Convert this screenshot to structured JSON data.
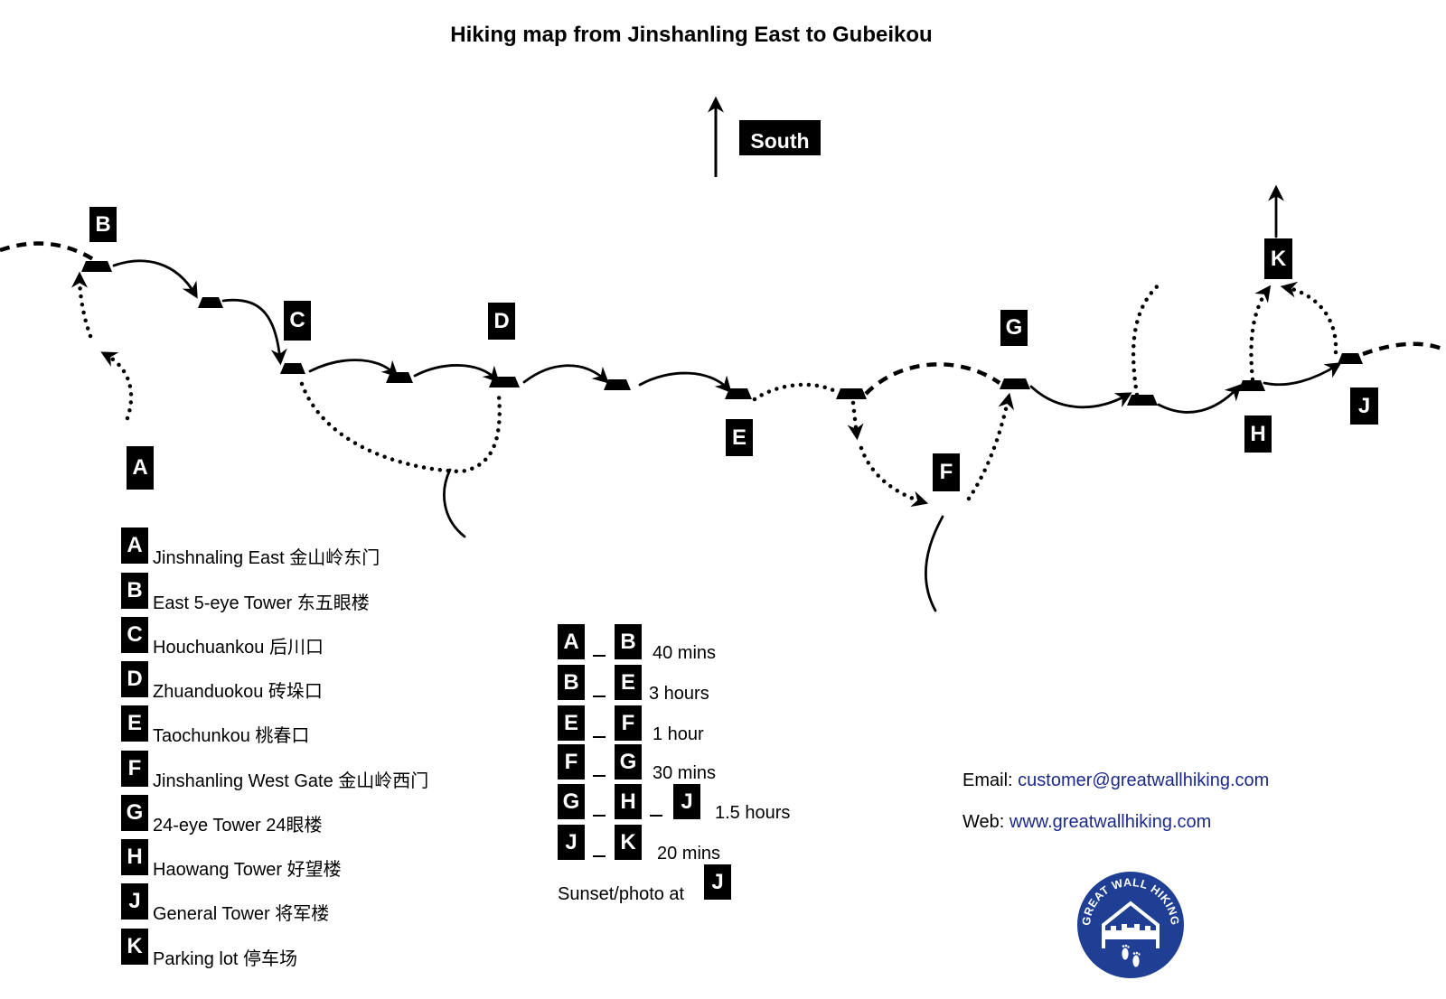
{
  "title": "Hiking map from Jinshanling East to Gubeikou",
  "compass": {
    "label": "South",
    "icon": "arrow-up-icon"
  },
  "map": {
    "markers": [
      "A",
      "B",
      "C",
      "D",
      "E",
      "F",
      "G",
      "H",
      "J",
      "K"
    ],
    "icons": {
      "tower": "watchtower-icon",
      "exit": "arrow-up-icon"
    }
  },
  "legend": {
    "items": [
      {
        "letter": "A",
        "name": "Jinshnaling East 金山岭东门"
      },
      {
        "letter": "B",
        "name": "East 5-eye Tower 东五眼楼"
      },
      {
        "letter": "C",
        "name": "Houchuankou 后川口"
      },
      {
        "letter": "D",
        "name": "Zhuanduokou 砖垛口"
      },
      {
        "letter": "E",
        "name": "Taochunkou 桃春口"
      },
      {
        "letter": "F",
        "name": "Jinshanling West Gate 金山岭西门"
      },
      {
        "letter": "G",
        "name": "24-eye Tower 24眼楼"
      },
      {
        "letter": "H",
        "name": "Haowang Tower 好望楼"
      },
      {
        "letter": "J",
        "name": "General Tower 将军楼"
      },
      {
        "letter": "K",
        "name": "Parking lot 停车场"
      }
    ]
  },
  "durations": {
    "rows": [
      {
        "stops": [
          "A",
          "B"
        ],
        "time": "40 mins"
      },
      {
        "stops": [
          "B",
          "E"
        ],
        "time": "3 hours"
      },
      {
        "stops": [
          "E",
          "F"
        ],
        "time": "1 hour"
      },
      {
        "stops": [
          "F",
          "G"
        ],
        "time": "30 mins"
      },
      {
        "stops": [
          "G",
          "H",
          "J"
        ],
        "time": "1.5 hours"
      },
      {
        "stops": [
          "J",
          "K"
        ],
        "time": "20 mins"
      }
    ],
    "sunset_label": "Sunset/photo at",
    "sunset_stop": "J"
  },
  "contact": {
    "email_label": "Email:",
    "email": "customer@greatwallhiking.com",
    "web_label": "Web:",
    "web": "www.greatwallhiking.com",
    "link_color": "#1b2a8a"
  },
  "logo": {
    "text": "GREAT WALL HIKING",
    "color": "#1f3f94",
    "icon": "footprint-icon"
  },
  "colors": {
    "ink": "#000000",
    "tag_text": "#ffffff",
    "background": "#ffffff"
  }
}
